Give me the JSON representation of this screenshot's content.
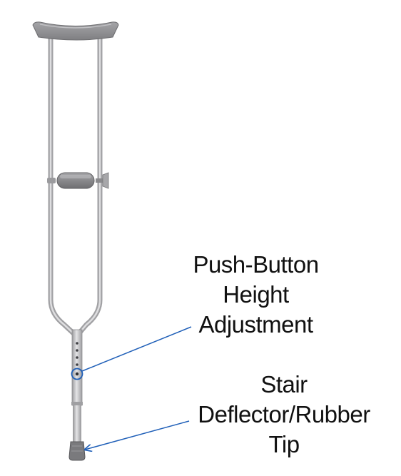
{
  "callouts": [
    {
      "id": "height-adjustment",
      "lines": [
        "Push-Button",
        "Height",
        "Adjustment"
      ]
    },
    {
      "id": "rubber-tip",
      "lines": [
        "Stair",
        "Deflector/Rubber",
        "Tip"
      ]
    }
  ],
  "colors": {
    "background": "#ffffff",
    "callout_text": "#111111",
    "leader_line": "#1f5fb8",
    "crutch_metal": "#b9b9bb",
    "crutch_metal_dark": "#8c8c8f",
    "pad_gray": "#8e8e91",
    "tip_rubber": "#7a7a7d"
  },
  "icons": {
    "crutch": "crutch-illustration",
    "leader_arrow": "arrowhead"
  }
}
